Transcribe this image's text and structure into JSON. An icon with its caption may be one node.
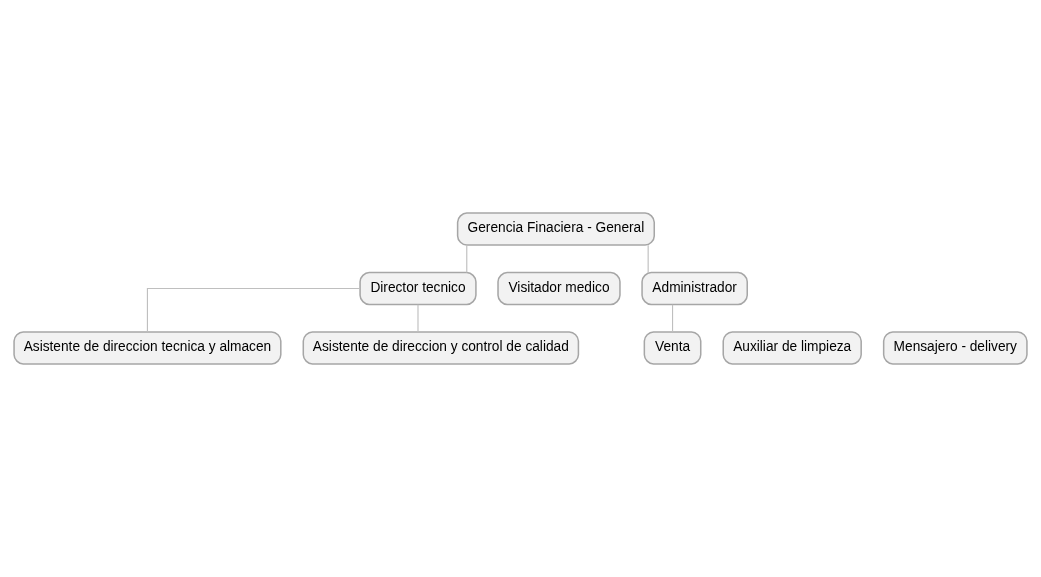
{
  "diagram": {
    "nodes": [
      {
        "text": [
          "Gerencia Finaciera - General"
        ]
      },
      {
        "text": [
          "Director tecnico"
        ]
      },
      {
        "text": [
          "Visitador medico"
        ]
      },
      {
        "text": [
          "Administrador"
        ]
      },
      {
        "text": [
          "Venta"
        ]
      },
      {
        "text": [
          "Auxiliar de limpieza"
        ]
      },
      {
        "text": [
          "Mensajero - delivery"
        ]
      },
      {
        "text": [
          "Asistente de direccion y control de calidad"
        ]
      },
      {
        "text": [
          "Asistente de direccion tecnica y almacen"
        ]
      }
    ],
    "edges": [
      {
        "from": 0,
        "to": 1,
        "arrow": "none"
      },
      {
        "from": 0,
        "to": 3,
        "arrow": "none"
      },
      {
        "from": 3,
        "to": 4,
        "arrow": "none"
      },
      {
        "from": 1,
        "to": 7,
        "arrow": "none"
      },
      {
        "from": 1,
        "to": 8,
        "arrow": "none"
      }
    ]
  }
}
